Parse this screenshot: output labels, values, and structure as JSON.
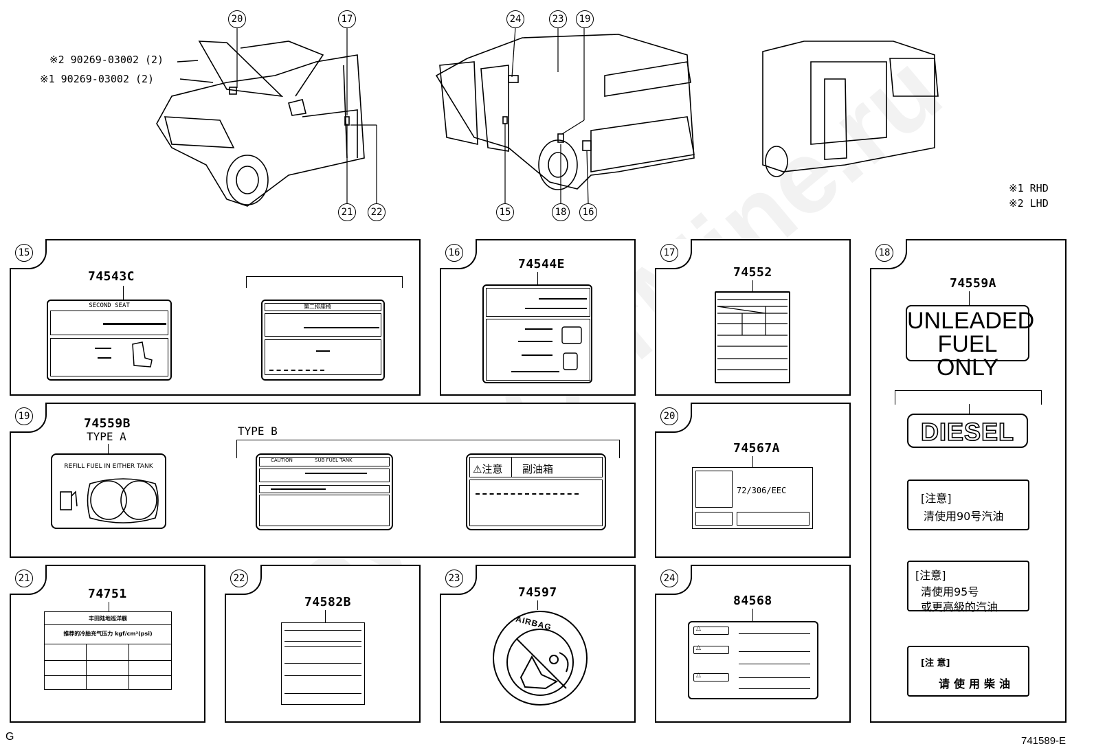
{
  "watermark": "ToyotaCarMine.ru",
  "top": {
    "note1": "※2 90269-03002 (2)",
    "note2": "※1 90269-03002 (2)",
    "legend1": "※1 RHD",
    "legend2": "※2 LHD",
    "callouts": [
      "20",
      "17",
      "24",
      "23",
      "19",
      "21",
      "22",
      "15",
      "18",
      "16"
    ]
  },
  "panels": {
    "p15": {
      "num": "15",
      "part": "74543C",
      "label_header": "SECOND SEAT",
      "label2_header": "第二排座椅"
    },
    "p16": {
      "num": "16",
      "part": "74544E"
    },
    "p17": {
      "num": "17",
      "part": "74552"
    },
    "p18": {
      "num": "18",
      "part": "74559A",
      "unleaded_line1": "UNLEADED",
      "unleaded_line2": "FUEL ONLY",
      "diesel": "DIESEL",
      "cn1_title": "[注意]",
      "cn1_text": "清使用90号汽油",
      "cn2_title": "[注意]",
      "cn2_text1": "清使用95号",
      "cn2_text2": "或更高級的汽油",
      "cn3_title": "[注 意]",
      "cn3_text": "请使用柴油"
    },
    "p19": {
      "num": "19",
      "part": "74559B",
      "type_a": "TYPE A",
      "type_b": "TYPE B",
      "refill": "REFILL FUEL IN EITHER TANK",
      "caution": "CAUTION",
      "sub_tank": "SUB FUEL TANK",
      "cn_caution": "⚠注意",
      "cn_sub_tank": "副油箱"
    },
    "p20": {
      "num": "20",
      "part": "74567A",
      "eec": "72/306/EEC"
    },
    "p21": {
      "num": "21",
      "part": "74751",
      "header": "丰田陆地巡洋舰",
      "subheader": "推荐的冷胎充气压力 kgf/cm²(psi)"
    },
    "p22": {
      "num": "22",
      "part": "74582B"
    },
    "p23": {
      "num": "23",
      "part": "74597",
      "airbag": "AIRBAG"
    },
    "p24": {
      "num": "24",
      "part": "84568"
    }
  },
  "footer": {
    "left": "G",
    "right": "741589-E"
  }
}
